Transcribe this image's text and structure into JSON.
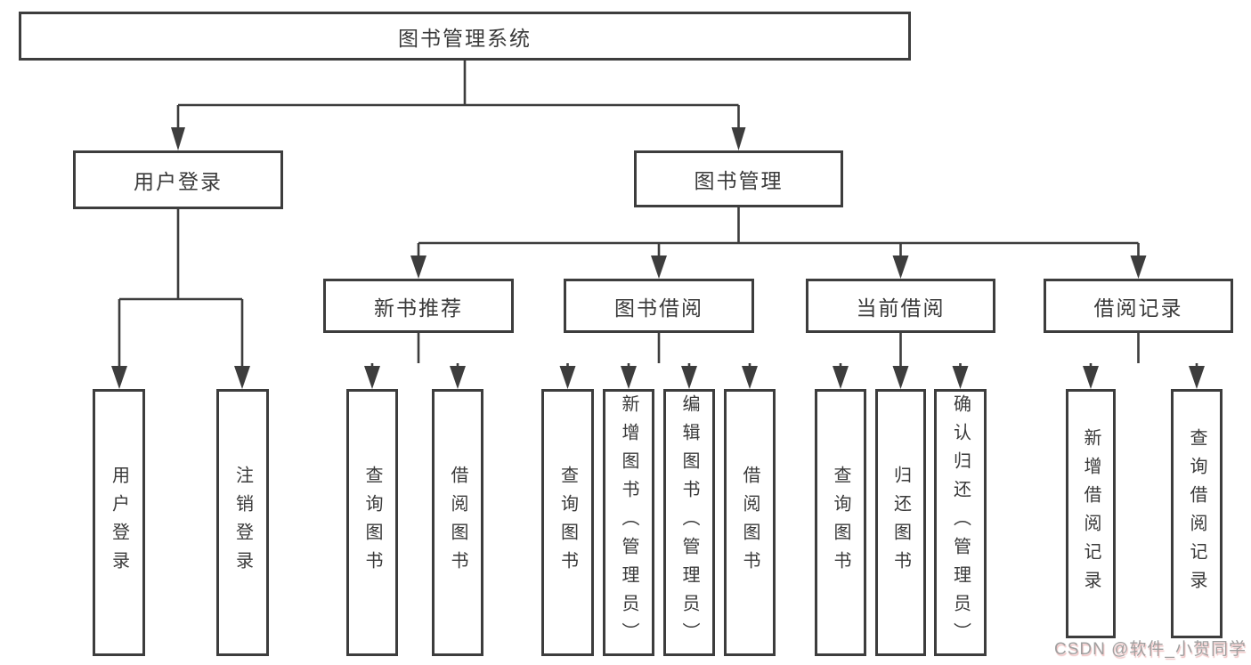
{
  "diagram": {
    "root": {
      "label": "图书管理系统"
    },
    "user_login": {
      "label": "用户登录",
      "children": [
        {
          "label": "用户登录"
        },
        {
          "label": "注销登录"
        }
      ]
    },
    "book_mgmt": {
      "label": "图书管理",
      "groups": [
        {
          "label": "新书推荐",
          "children": [
            {
              "label": "查询图书"
            },
            {
              "label": "借阅图书"
            }
          ]
        },
        {
          "label": "图书借阅",
          "children": [
            {
              "label": "查询图书"
            },
            {
              "label": "新增图书（管理员）"
            },
            {
              "label": "编辑图书（管理员）"
            },
            {
              "label": "借阅图书"
            }
          ]
        },
        {
          "label": "当前借阅",
          "children": [
            {
              "label": "查询图书"
            },
            {
              "label": "归还图书"
            },
            {
              "label": "确认归还（管理员）"
            }
          ]
        },
        {
          "label": "借阅记录",
          "children": [
            {
              "label": "新增借阅记录"
            },
            {
              "label": "查询借阅记录"
            }
          ]
        }
      ]
    }
  },
  "watermark": {
    "text": "CSDN @软件_小贺同学"
  },
  "colors": {
    "line": "#3d3d3d",
    "box_border": "#3d3d3d",
    "text": "#3a3a3a",
    "watermark": "#a0a0a0",
    "background": "#ffffff"
  }
}
